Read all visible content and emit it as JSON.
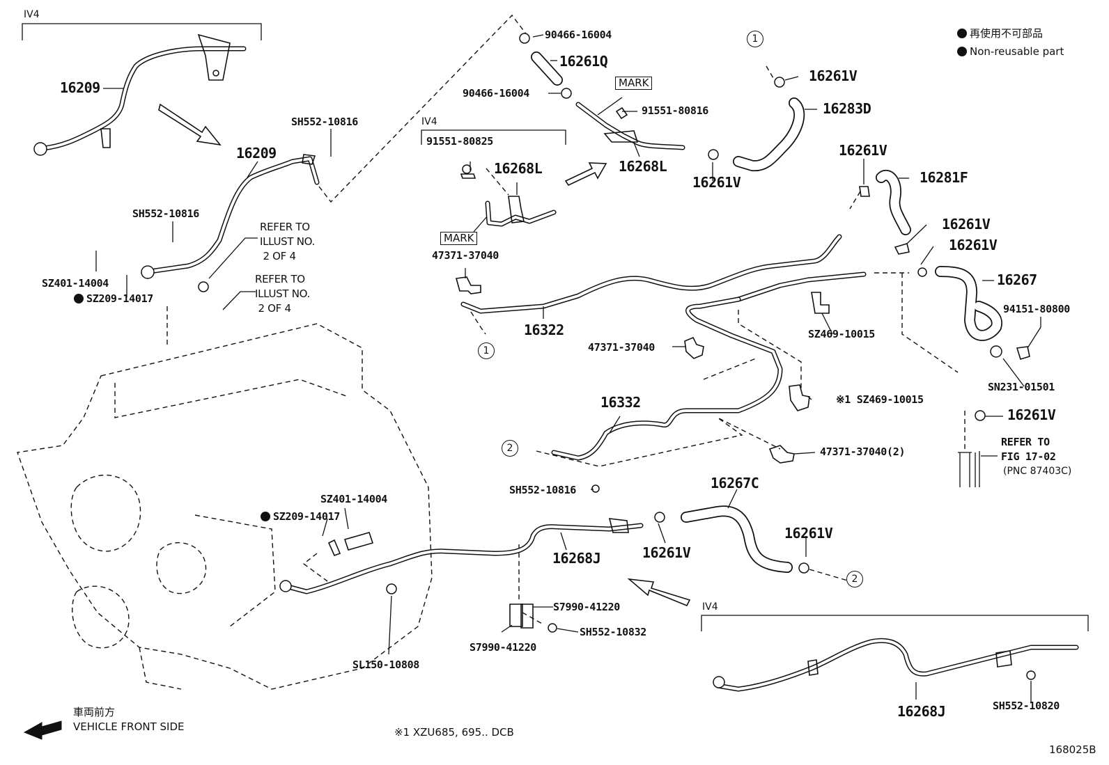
{
  "header": {
    "legend": {
      "ja": "再使用不可部品",
      "en": "Non-reusable part"
    },
    "iv4": "IV4"
  },
  "labels": {
    "p16209_a": "16209",
    "p16209_b": "16209",
    "sh552_10816_a": "SH552-10816",
    "sh552_10816_b": "SH552-10816",
    "sh552_10816_c": "SH552-10816",
    "sz401_14004_a": "SZ401-14004",
    "sz209_14017_a": "SZ209-14017",
    "sz401_14004_b": "SZ401-14004",
    "sz209_14017_b": "SZ209-14017",
    "refer_a": "REFER TO\nILLUST NO.\n 2 OF 4",
    "refer_b": "REFER TO\nILLUST NO.\n 2 OF 4",
    "p90466_16004_a": "90466-16004",
    "p90466_16004_b": "90466-16004",
    "p16261q": "16261Q",
    "mark_a": "MARK",
    "mark_b": "MARK",
    "p91551_80816": "91551-80816",
    "p91551_80825": "91551-80825",
    "p16268l_a": "16268L",
    "p16268l_b": "16268L",
    "p47371_37040_a": "47371-37040",
    "p47371_37040_b": "47371-37040",
    "p47371_37040_2": "47371-37040(2)",
    "p16322": "16322",
    "p16261v_a": "16261V",
    "p16261v_b": "16261V",
    "p16261v_c": "16261V",
    "p16261v_d": "16261V",
    "p16261v_e": "16261V",
    "p16261v_f": "16261V",
    "p16261v_g": "16261V",
    "p16261v_h": "16261V",
    "p16283d": "16283D",
    "p16281f": "16281F",
    "p16267": "16267",
    "p94151_80800": "94151-80800",
    "sn231_01501": "SN231-01501",
    "sz469_10015_a": "SZ469-10015",
    "sz469_10015_b": "※1 SZ469-10015",
    "p16332": "16332",
    "refer_fig": "REFER TO\nFIG 17-02",
    "pnc": "(PNC 87403C)",
    "p16267c": "16267C",
    "p16268j_a": "16268J",
    "p16268j_b": "16268J",
    "s7990_41220_a": "S7990-41220",
    "s7990_41220_b": "S7990-41220",
    "sh552_10832": "SH552-10832",
    "sl150_10808": "SL150-10808",
    "sh552_10820": "SH552-10820",
    "vehicle_ja": "車両前方",
    "vehicle_en": "VEHICLE FRONT SIDE",
    "footnote": "※1  XZU685, 695.. DCB",
    "figure_id": "168025B",
    "circle1": "1",
    "circle2": "2"
  }
}
